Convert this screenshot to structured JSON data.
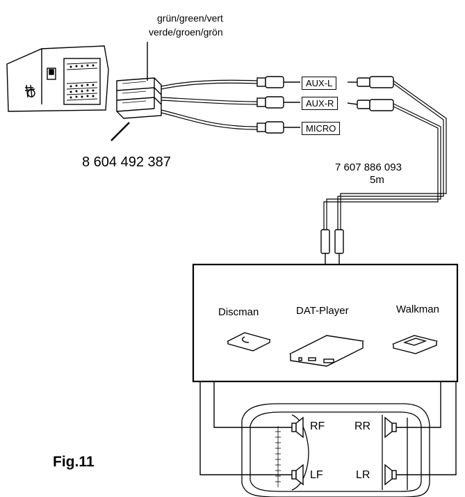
{
  "connector_color_label_1": "grün/green/vert",
  "connector_color_label_2": "verde/groen/grön",
  "adapter_part_number": "8 604 492 387",
  "cable_part_number": "7 607 886 093",
  "cable_length": "5m",
  "inputs": [
    "AUX-L",
    "AUX-R",
    "MICRO"
  ],
  "devices": [
    "Discman",
    "DAT-Player",
    "Walkman"
  ],
  "speakers": {
    "rf": "RF",
    "rr": "RR",
    "lf": "LF",
    "lr": "LR"
  },
  "figure_label": "Fig.11"
}
